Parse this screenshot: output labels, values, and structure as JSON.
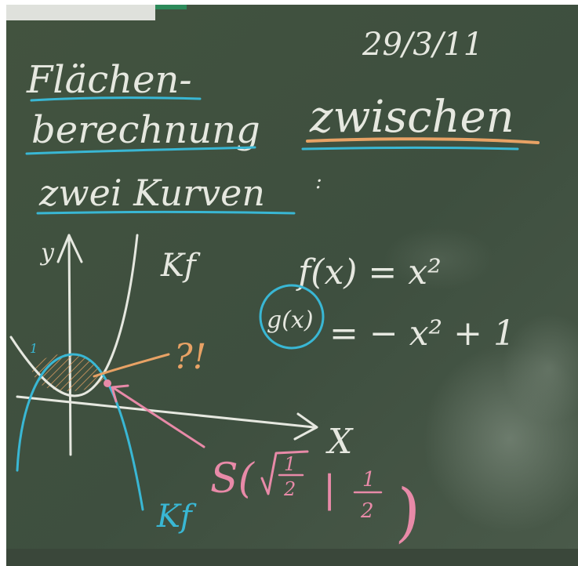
{
  "board": {
    "date": "29/3/11",
    "title_line1": "Flächen-",
    "title_line2": "berechnung",
    "title_word_highlight": "zwischen",
    "title_line3": "zwei Kurven",
    "colon": ":"
  },
  "equations": {
    "f_def": "f(x) = x²",
    "g_name": "g(x)",
    "g_rhs": "= − x² + 1"
  },
  "graph": {
    "y_label": "y",
    "x_label": "X",
    "one_label": "1",
    "kf_label": "Kf",
    "kg_label": "Kf",
    "question": "?!",
    "intersection_prefix": "S(",
    "intersection_x_num": "1",
    "intersection_x_den": "2",
    "intersection_sep": "|",
    "intersection_y_num": "1",
    "intersection_y_den": "2",
    "intersection_suffix": ")"
  },
  "colors": {
    "board": "#3e4f3f",
    "chalk_white": "#e6e8e0",
    "chalk_blue": "#39b7d4",
    "chalk_orange": "#e8a265",
    "chalk_pink": "#e88aa8"
  }
}
